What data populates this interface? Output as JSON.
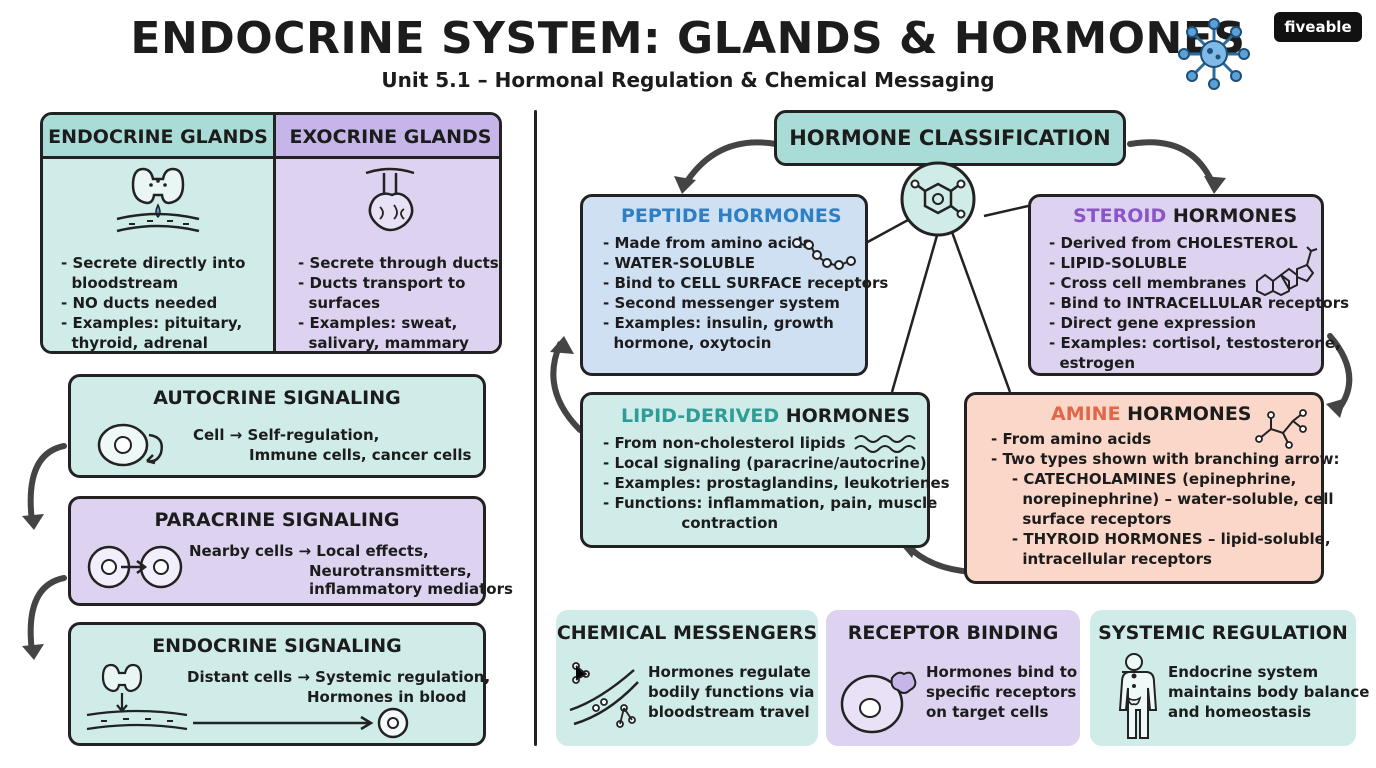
{
  "header": {
    "title": "ENDOCRINE SYSTEM: GLANDS & HORMONES",
    "subtitle": "Unit 5.1 – Hormonal Regulation & Chemical Messaging",
    "logo": "fiveable"
  },
  "glands": {
    "endocrine": {
      "title": "ENDOCRINE GLANDS",
      "items": [
        "- Secrete directly into",
        "  bloodstream",
        "- NO ducts needed",
        "- Examples: pituitary,",
        "  thyroid, adrenal"
      ]
    },
    "exocrine": {
      "title": "EXOCRINE GLANDS",
      "items": [
        "- Secrete through ducts",
        "- Ducts transport to",
        "  surfaces",
        "- Examples: sweat,",
        "  salivary, mammary"
      ]
    }
  },
  "signaling": {
    "autocrine": {
      "title": "AUTOCRINE SIGNALING",
      "lines": [
        "Cell → Self-regulation,",
        "Immune cells, cancer cells"
      ]
    },
    "paracrine": {
      "title": "PARACRINE SIGNALING",
      "lines": [
        "Nearby cells → Local effects,",
        "Neurotransmitters,",
        "inflammatory mediators"
      ]
    },
    "endocrine": {
      "title": "ENDOCRINE SIGNALING",
      "lines": [
        "Distant cells → Systemic regulation,",
        "Hormones in blood"
      ]
    }
  },
  "classification": {
    "title": "HORMONE CLASSIFICATION",
    "peptide": {
      "accent": "PEPTIDE HORMONES",
      "items": [
        "- Made from amino acids",
        "- WATER-SOLUBLE",
        "- Bind to CELL SURFACE receptors",
        "- Second messenger system",
        "- Examples: insulin, growth",
        "  hormone, oxytocin"
      ]
    },
    "steroid": {
      "accent": "STEROID",
      "rest": " HORMONES",
      "items": [
        "- Derived from CHOLESTEROL",
        "- LIPID-SOLUBLE",
        "- Cross cell membranes",
        "- Bind to INTRACELLULAR receptors",
        "- Direct gene expression",
        "- Examples: cortisol, testosterone,",
        "  estrogen"
      ]
    },
    "lipid": {
      "accent": "LIPID-DERIVED",
      "rest": " HORMONES",
      "items": [
        "- From non-cholesterol lipids",
        "- Local signaling (paracrine/autocrine)",
        "- Examples: prostaglandins, leukotrienes",
        "- Functions: inflammation, pain, muscle",
        "               contraction"
      ]
    },
    "amine": {
      "accent": "AMINE",
      "rest": " HORMONES",
      "items": [
        "- From amino acids",
        "- Two types shown with branching arrow:",
        "    - CATECHOLAMINES (epinephrine,",
        "      norepinephrine) – water-soluble, cell",
        "      surface receptors",
        "    - THYROID HORMONES – lipid-soluble,",
        "      intracellular receptors"
      ]
    }
  },
  "bottom": {
    "chemical": {
      "title": "CHEMICAL MESSENGERS",
      "lines": [
        "Hormones regulate",
        "bodily functions via",
        "bloodstream travel"
      ]
    },
    "receptor": {
      "title": "RECEPTOR BINDING",
      "lines": [
        "Hormones bind to",
        "specific receptors",
        "on target cells"
      ]
    },
    "systemic": {
      "title": "SYSTEMIC REGULATION",
      "lines": [
        "Endocrine system",
        "maintains body balance",
        "and homeostasis"
      ]
    }
  },
  "colors": {
    "teal": "#cfece8",
    "lavender": "#ddd3f0",
    "blue": "#cfe0f3",
    "peach": "#fad7c8",
    "steroid_accent": "#8a55c9",
    "peptide_accent": "#2f7fc4",
    "lipid_accent": "#2f9c97",
    "amine_accent": "#e0674a"
  },
  "icons": [
    "network-icon",
    "thyroid-gland-icon",
    "sweat-gland-icon",
    "cell-icon",
    "molecule-icon",
    "amino-acid-chain-icon",
    "steroid-ring-icon",
    "lipid-wave-icon",
    "branch-molecule-icon",
    "body-silhouette-icon"
  ]
}
